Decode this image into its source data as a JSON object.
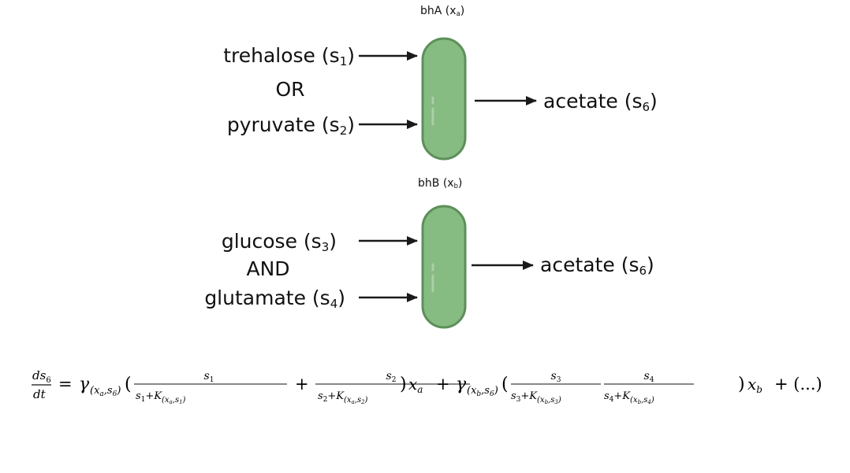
{
  "top": {
    "bacterium_name": "bhA",
    "bacterium_symbol": "x",
    "bacterium_sub": "a",
    "input1_name": "trehalose",
    "input1_sym": "s",
    "input1_sub": "1",
    "operator": "OR",
    "input2_name": "pyruvate",
    "input2_sym": "s",
    "input2_sub": "2",
    "output_name": "acetate",
    "output_sym": "s",
    "output_sub": "6"
  },
  "bottom": {
    "bacterium_name": "bhB",
    "bacterium_symbol": "x",
    "bacterium_sub": "b",
    "input1_name": "glucose",
    "input1_sym": "s",
    "input1_sub": "3",
    "operator": "AND",
    "input2_name": "glutamate",
    "input2_sym": "s",
    "input2_sub": "4",
    "output_name": "acetate",
    "output_sym": "s",
    "output_sub": "6"
  },
  "colors": {
    "cell_fill": "#86bb82",
    "cell_stroke": "#5d8f5a",
    "arrow": "#1a1a1a"
  },
  "equation": {
    "lhs_num": "ds",
    "lhs_num_sub": "6",
    "lhs_den": "dt",
    "gamma": "γ",
    "term1_sub": "(x_a,s_6)",
    "frac1_num": "s_1",
    "frac1_den": "s_1+K_(x_a,s_1)",
    "frac2_num": "s_2",
    "frac2_den": "s_2+K_(x_a,s_2)",
    "x1": "x_a",
    "term2_sub": "(x_b,s_6)",
    "frac3_num": "s_3",
    "frac3_den": "s_3+K_(x_b,s_3)",
    "frac4_num": "s_4",
    "frac4_den": "s_4+K_(x_b,s_4)",
    "x2": "x_b",
    "tail": "+ (...)"
  }
}
